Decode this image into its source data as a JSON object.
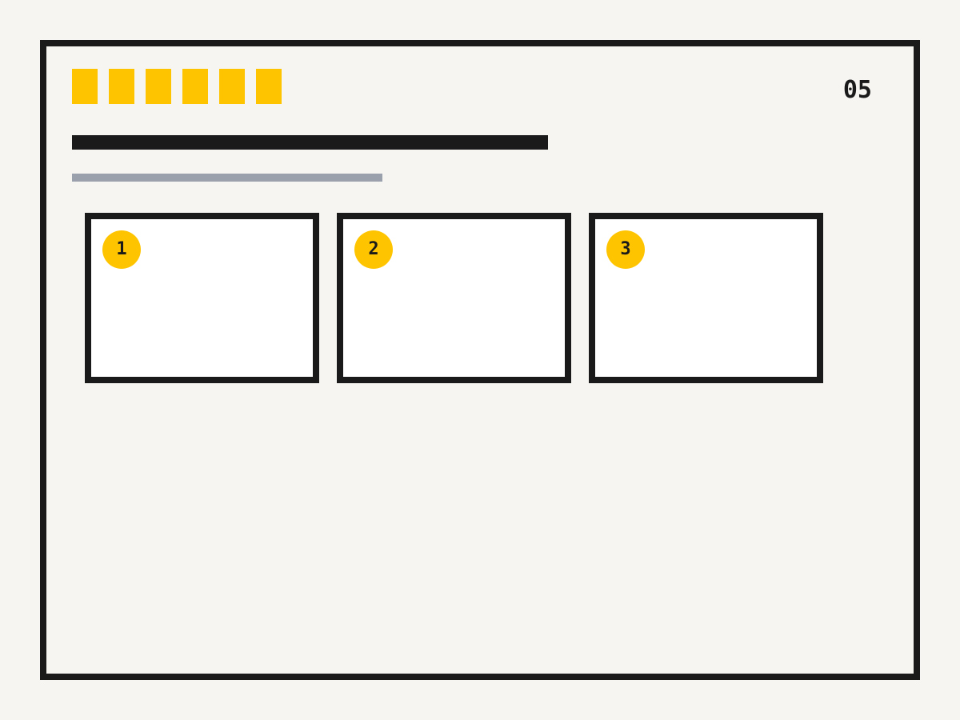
{
  "page_number": "05",
  "accent_color": "#ffc400",
  "ink_color": "#1a1a1a",
  "muted_color": "#9aa1ad",
  "progress": {
    "squares_shown": 6
  },
  "cards": [
    {
      "number": "1"
    },
    {
      "number": "2"
    },
    {
      "number": "3"
    }
  ]
}
